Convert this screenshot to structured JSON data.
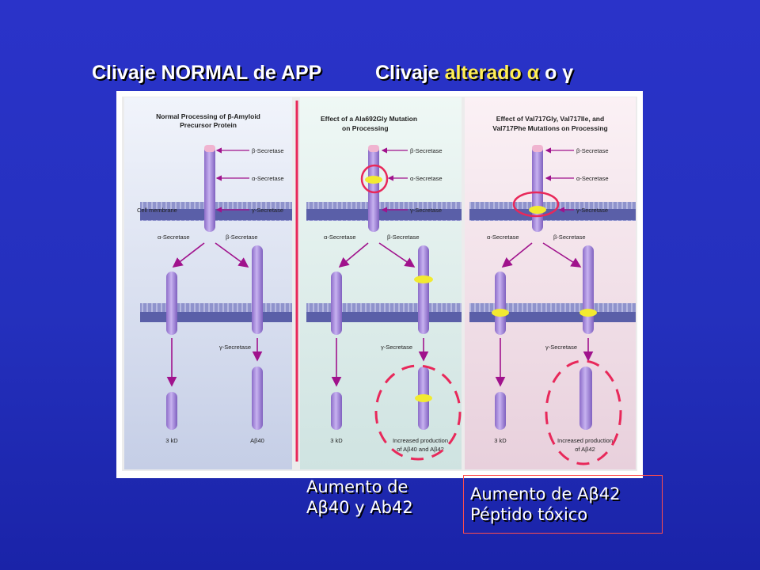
{
  "title_left": "Clivaje NORMAL de APP",
  "title_right_prefix": "Clivaje ",
  "title_right_highlight": "alterado α",
  "title_right_suffix": " o γ",
  "panels": [
    {
      "title_line1": "Normal Processing of β-Amyloid",
      "title_line2": "Precursor Protein",
      "labels": {
        "beta": "β-Secretase",
        "alpha": "α-Secretase",
        "gamma": "γ-Secretase",
        "membrane": "Cell membrane"
      },
      "branch_left": "α-Secretase",
      "branch_right": "β-Secretase",
      "gamma_lower": "γ-Secretase",
      "product_left": "3 kD",
      "product_right": "Aβ40"
    },
    {
      "title_line1": "Effect of a Ala692Gly Mutation",
      "title_line2": "on Processing",
      "labels": {
        "beta": "β-Secretase",
        "alpha": "α-Secretase",
        "gamma": "γ-Secretase"
      },
      "branch_left": "α-Secretase",
      "branch_right": "β-Secretase",
      "gamma_lower": "γ-Secretase",
      "product_left": "3 kD",
      "product_right_line1": "Increased production",
      "product_right_line2": "of Aβ40 and Aβ42"
    },
    {
      "title_line1": "Effect of Val717Gly, Val717Ile, and",
      "title_line2": "Val717Phe Mutations on Processing",
      "labels": {
        "beta": "β-Secretase",
        "alpha": "α-Secretase",
        "gamma": "γ-Secretase"
      },
      "branch_left": "α-Secretase",
      "branch_right": "β-Secretase",
      "gamma_lower": "γ-Secretase",
      "product_left": "3 kD",
      "product_right_line1": "Increased production",
      "product_right_line2": "of Aβ42"
    }
  ],
  "caption_mid": {
    "line1": "Aumento de",
    "line2": "Aβ40 y Ab42"
  },
  "caption_box": {
    "line1": "Aumento de Aβ42",
    "line2": "Péptido tóxico"
  },
  "colors": {
    "background": "#2a33c9",
    "highlight": "#ffee55",
    "accent_red": "#e8285a",
    "protein": "#a98fe0",
    "arrow": "#a0128c"
  }
}
